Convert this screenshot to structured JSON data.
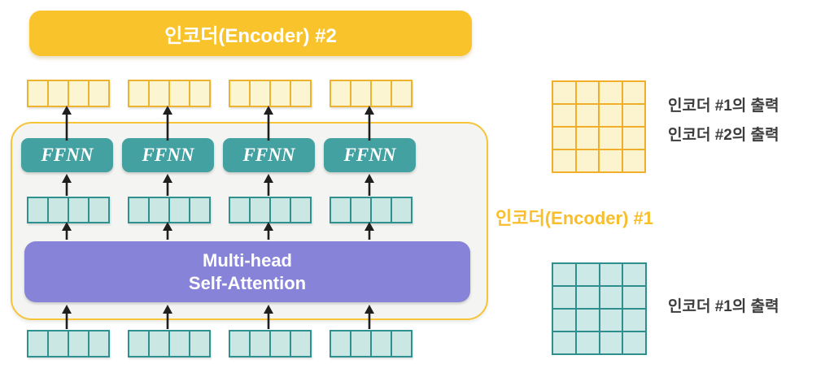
{
  "diagram": {
    "encoder2": {
      "label": "인코더(Encoder) #2"
    },
    "encoder1": {
      "ffnn_labels": [
        "FFNN",
        "FFNN",
        "FFNN",
        "FFNN"
      ],
      "attention": {
        "line1": "Multi-head",
        "line2": "Self-Attention"
      }
    },
    "encoder1_caption": {
      "label": "인코더(Encoder) #1",
      "color": "#F8BE2B"
    },
    "vector_rows": {
      "encoder1_output_vectors": {
        "count": 4,
        "cells_per_vector": 4,
        "fill": "#FBF5D2",
        "border": "#EDB32E"
      },
      "attention_output_vectors": {
        "count": 4,
        "cells_per_vector": 4,
        "fill": "#CBE7E4",
        "border": "#2E918F"
      },
      "encoder1_input_vectors": {
        "count": 4,
        "cells_per_vector": 4,
        "fill": "#CBE7E4",
        "border": "#2E918F"
      }
    },
    "annotations": {
      "yellow_matrix": {
        "rows": 4,
        "cols": 4,
        "fill": "#FCF4CE",
        "border": "#F1AE2B",
        "caption_line1": "인코더 #1의 출력",
        "caption_line2": "인코더 #2의 출력"
      },
      "teal_matrix": {
        "rows": 4,
        "cols": 4,
        "fill": "#CDE9E7",
        "border": "#2E8F8D",
        "caption": "인코더 #1의 출력"
      }
    },
    "colors": {
      "encoder2_bg": "#F9C32C",
      "container_bg": "#F4F4F2",
      "container_border": "#F6C437",
      "ffnn_bg": "#44A1A1",
      "attention_bg": "#8783D8",
      "arrow": "#1F1F1F",
      "caption_text": "#3C3C3C"
    }
  }
}
